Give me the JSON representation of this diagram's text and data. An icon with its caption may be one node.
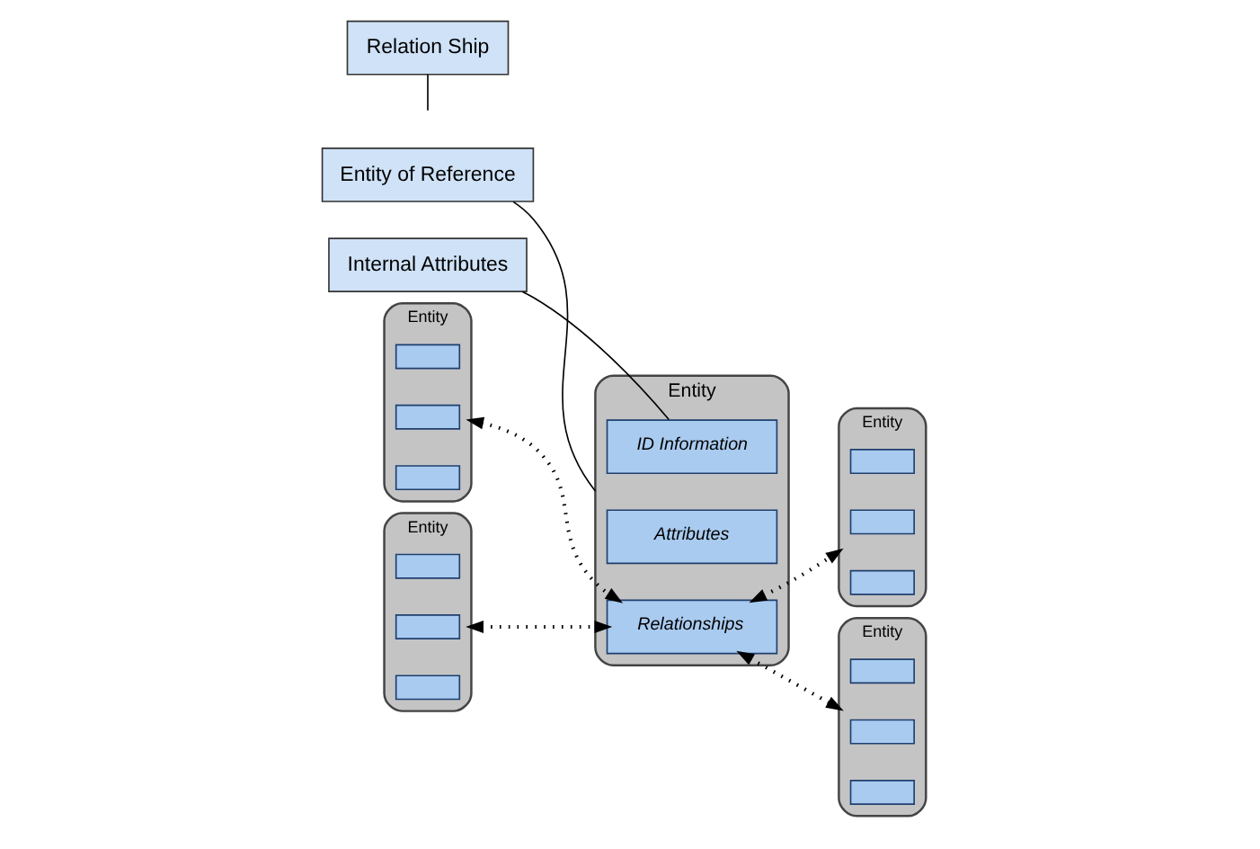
{
  "diagram": {
    "nodes": [
      {
        "text": [
          "Entity of Reference"
        ]
      },
      {
        "text": [
          "Internal Attributes"
        ]
      },
      {
        "text": [
          "Entity"
        ]
      },
      {
        "text": [
          "ID Information"
        ],
        "in": 2
      },
      {
        "text": [
          "Attributes"
        ],
        "in": 2
      },
      {
        "text": [
          "Relationships"
        ],
        "in": 2
      },
      {
        "text": [
          "Entity"
        ]
      },
      {
        "text": [],
        "shape": "box",
        "in": 6
      },
      {
        "text": [],
        "shape": "box",
        "in": 6
      },
      {
        "text": [],
        "shape": "box",
        "in": 6
      },
      {
        "text": [
          "Entity"
        ]
      },
      {
        "text": [],
        "shape": "box",
        "in": 10
      },
      {
        "text": [],
        "shape": "box",
        "in": 10
      },
      {
        "text": [],
        "shape": "box",
        "in": 10
      },
      {
        "text": [
          "Entity"
        ]
      },
      {
        "text": [],
        "shape": "box",
        "in": 14
      },
      {
        "text": [],
        "shape": "box",
        "in": 14
      },
      {
        "text": [],
        "shape": "box",
        "in": 14
      },
      {
        "text": [
          "Entity"
        ]
      },
      {
        "text": [],
        "shape": "box",
        "in": 18
      },
      {
        "text": [],
        "shape": "box",
        "in": 18
      },
      {
        "text": [],
        "shape": "box",
        "in": 18
      },
      {
        "text": [
          "Relation Ship"
        ]
      }
    ],
    "edges": [
      {
        "from": 6,
        "to": 5,
        "arrow": "both",
        "style": "dashed"
      },
      {
        "from": 14,
        "to": 5,
        "arrow": "both",
        "style": "dashed"
      },
      {
        "from": 5,
        "to": 10,
        "arrow": "both",
        "style": "dashed"
      },
      {
        "from": 5,
        "to": 18,
        "arrow": "both",
        "style": "dashed"
      },
      {
        "from": 0,
        "to": 2,
        "arrow": "none"
      },
      {
        "from": 1,
        "to": 3,
        "arrow": "none"
      },
      {
        "from": 22,
        "to": null,
        "arrow": "none"
      }
    ]
  }
}
